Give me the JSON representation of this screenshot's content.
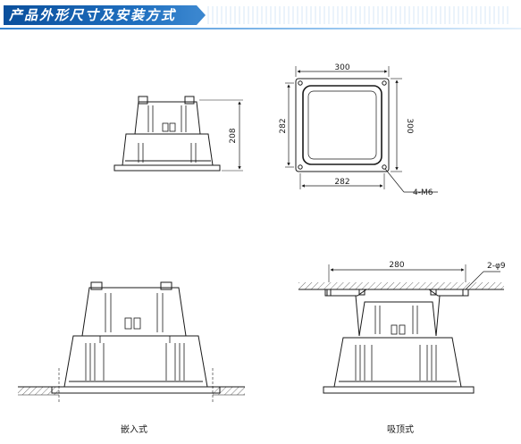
{
  "header": {
    "title": "产品外形尺寸及安装方式"
  },
  "dimensions": {
    "side_height": "208",
    "top_width": "300",
    "right_height": "300",
    "left_height": "282",
    "bottom_width": "282",
    "screw_note": "4-M6",
    "ceiling_width": "280",
    "hole_note": "2-φ9"
  },
  "captions": {
    "embedded": "嵌入式",
    "ceiling": "吸顶式"
  },
  "colors": {
    "line": "#1a1a1a",
    "accent": "#1f6fbf"
  }
}
